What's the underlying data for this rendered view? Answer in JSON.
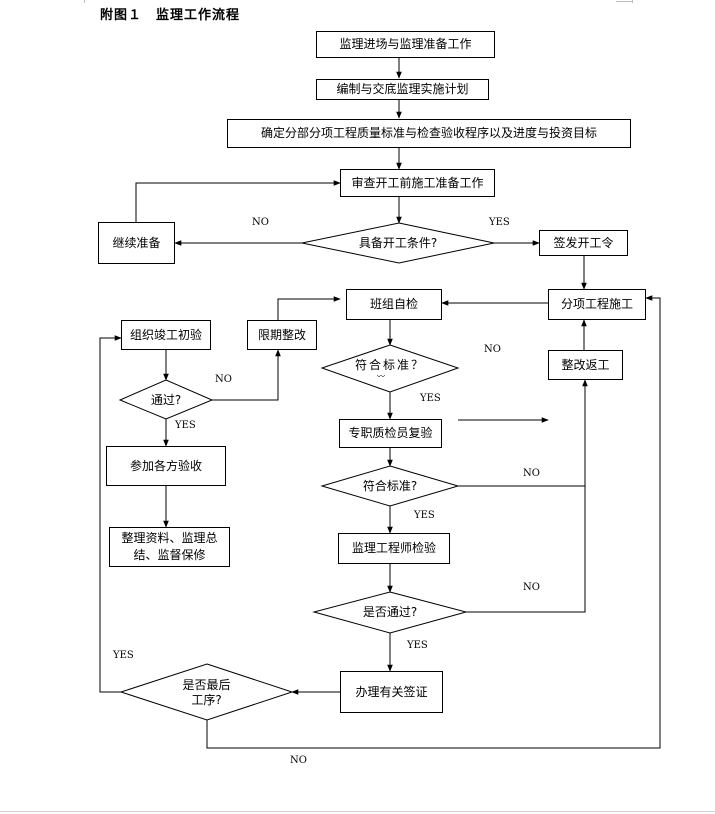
{
  "title": "附图１　监理工作流程",
  "nodes": {
    "entry": "监理进场与监理准备工作",
    "plan": "编制与交底监理实施计划",
    "targets": "确定分部分项工程质量标准与检查验收程序以及进度与投资目标",
    "review": "审查开工前施工准备工作",
    "cond": "具备开工条件?",
    "continue": "继续准备",
    "order": "签发开工令",
    "team": "班组自检",
    "sub": "分项工程施工",
    "rectify": "限期整改",
    "fix": "整改返工",
    "std1": "符合标准？",
    "std1_sub": "〰",
    "initial": "组织竣工初验",
    "pass": "通过?",
    "qc": "专职质检员复验",
    "std2": "符合标准?",
    "joint": "参加各方验收",
    "engineer": "监理工程师检验",
    "docs_line1": "整理资料、监理总",
    "docs_line2": "结、监督保修",
    "passed": "是否通过?",
    "sign": "办理有关签证",
    "last_line1": "是否最后",
    "last_line2": "工序?"
  },
  "labels": {
    "cond_no": "NO",
    "cond_yes": "YES",
    "std1_no": "NO",
    "std1_yes": "YES",
    "pass_no": "NO",
    "pass_yes": "YES",
    "std2_no": "NO",
    "std2_yes": "YES",
    "passed_no": "NO",
    "passed_yes": "YES",
    "last_yes": "YES",
    "last_no": "NO"
  }
}
